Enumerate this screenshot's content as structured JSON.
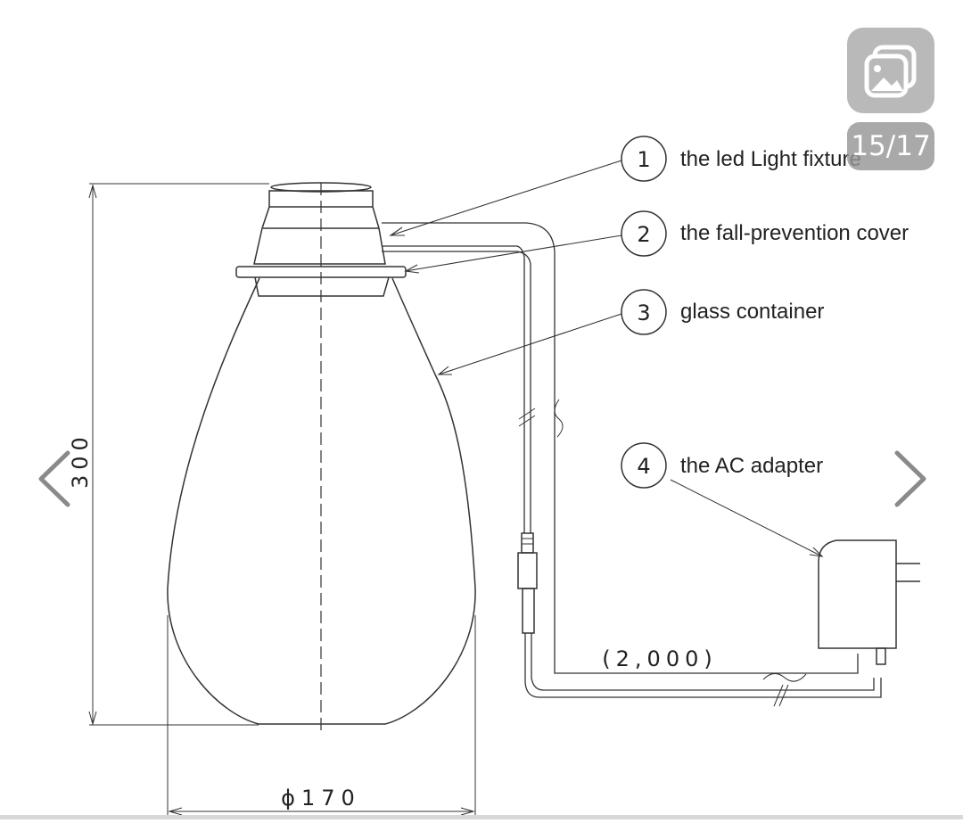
{
  "viewer": {
    "page_counter": "15/17",
    "icons": {
      "gallery": "gallery-icon",
      "prev": "chevron-left-icon",
      "next": "chevron-right-icon"
    },
    "colors": {
      "overlay": "#b9b9b9",
      "arrow": "#8a8a8a",
      "line": "#333333"
    }
  },
  "diagram": {
    "callouts": [
      {
        "num": "1",
        "label": "the led Light fixture"
      },
      {
        "num": "2",
        "label": "the fall-prevention cover"
      },
      {
        "num": "3",
        "label": "glass container"
      },
      {
        "num": "4",
        "label": "the AC adapter"
      }
    ],
    "dimensions": {
      "height": "300",
      "diameter": "ϕ170",
      "cord_length": "(2,000)"
    }
  }
}
